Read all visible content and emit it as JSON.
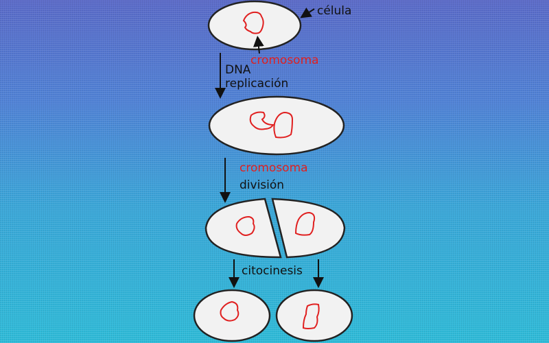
{
  "title": "Fisión binaria",
  "labels": {
    "cell": "célula",
    "chromosome_top": "cromosoma",
    "step1_line1": "DNA",
    "step1_line2": "replicación",
    "step2_line1": "cromosoma",
    "step2_line2": "división",
    "step3": "citocinesis"
  },
  "colors": {
    "chromosome": "#e02020",
    "cell_fill": "#f2f2f2",
    "outline": "#222222"
  }
}
